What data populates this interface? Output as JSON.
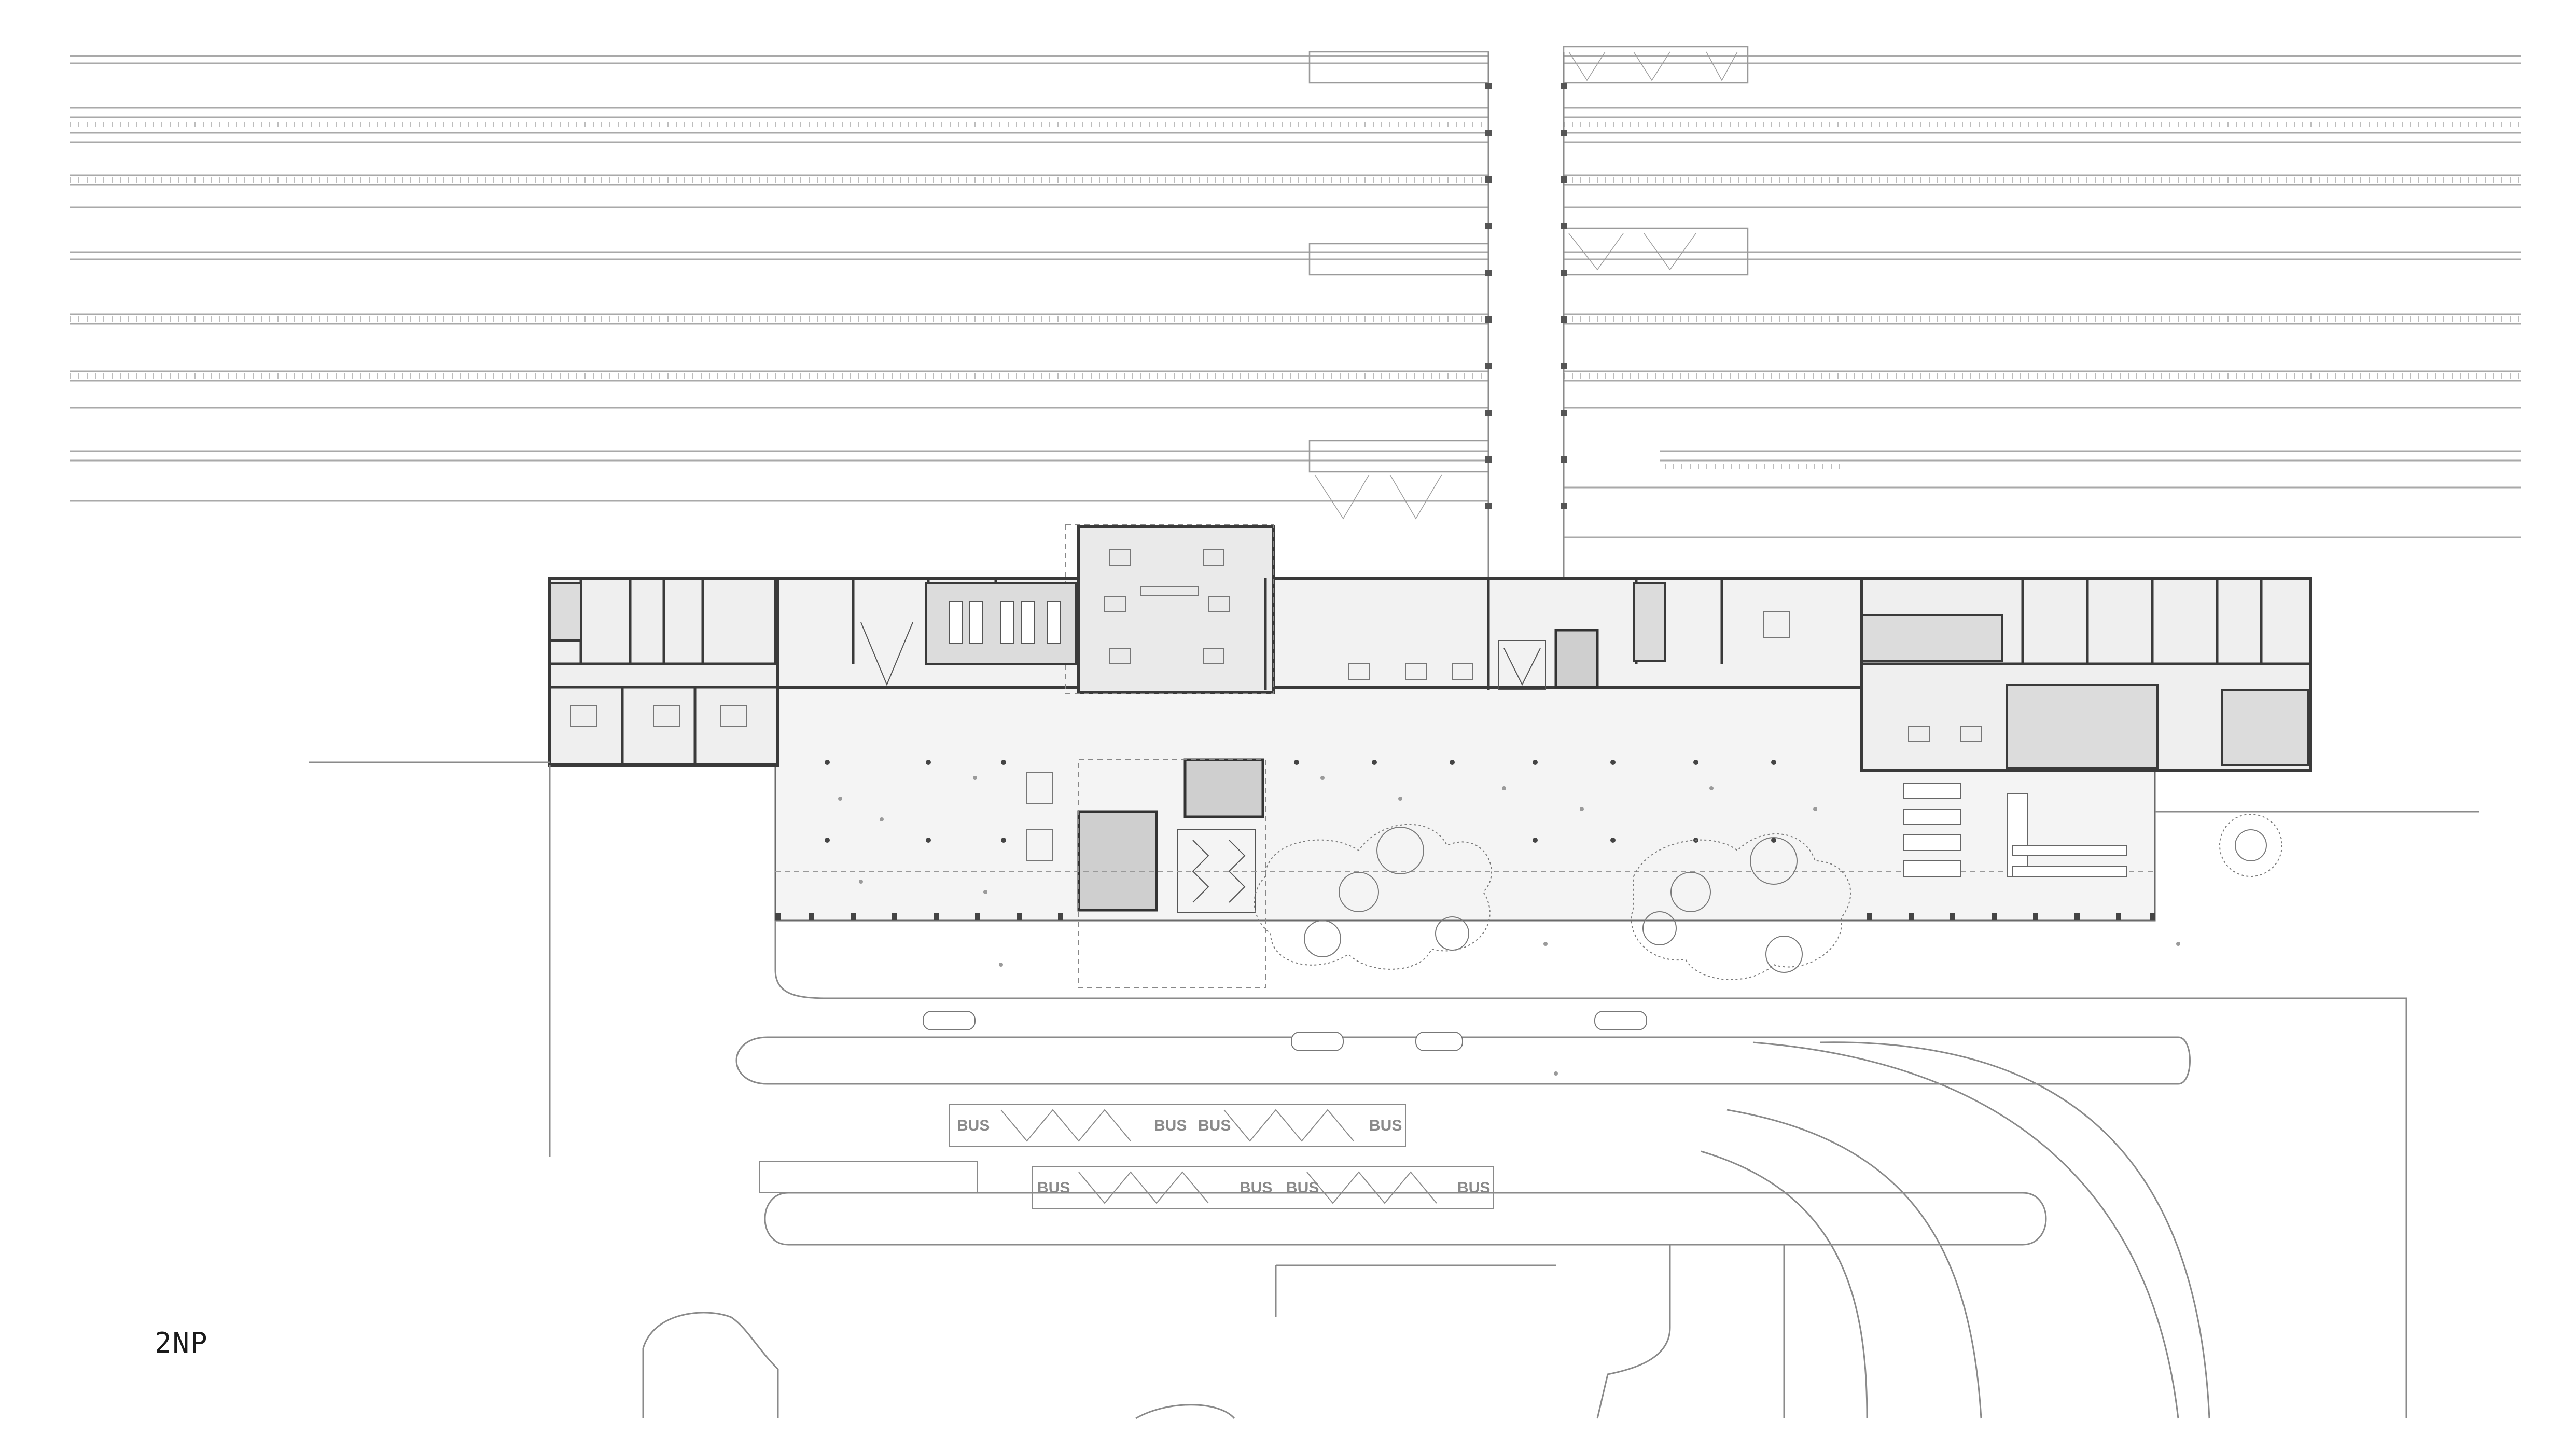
{
  "floor_label": "2NP",
  "bus_markings": [
    "BUS",
    "BUS",
    "BUS",
    "BUS",
    "BUS",
    "BUS",
    "BUS",
    "BUS"
  ],
  "colors": {
    "background": "#ffffff",
    "line": "#9a9a9a",
    "wall": "#3a3a3a",
    "floor_fill": "#f1f1f1",
    "dark_fill": "#d9d9d9"
  }
}
